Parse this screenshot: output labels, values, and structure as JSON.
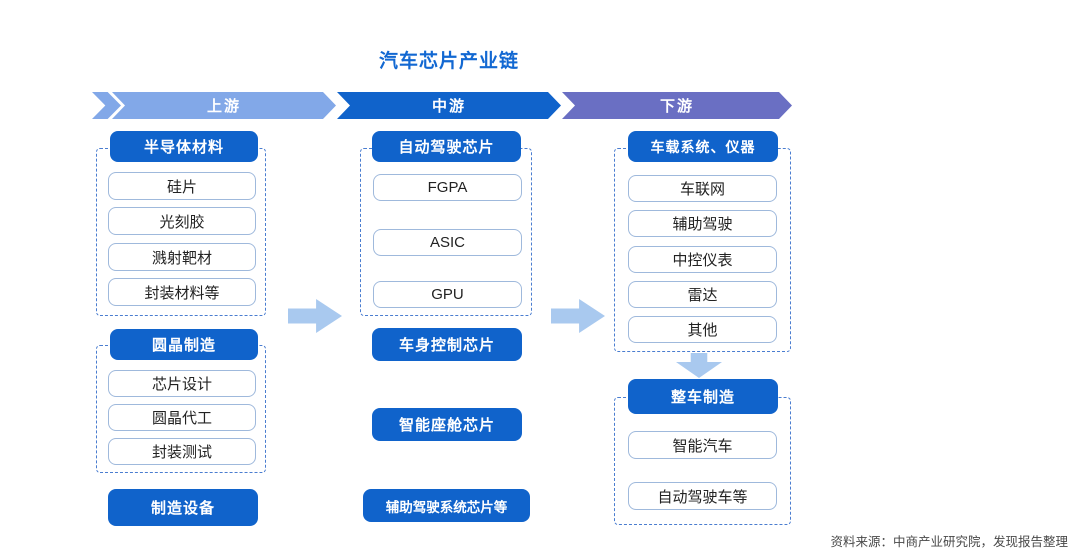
{
  "title": "汽车芯片产业链",
  "banners": {
    "upstream": "上游",
    "midstream": "中游",
    "downstream": "下游"
  },
  "upstream": {
    "semiconductor_materials": {
      "header": "半导体材料",
      "items": [
        "硅片",
        "光刻胶",
        "溅射靶材",
        "封装材料等"
      ]
    },
    "wafer_manufacturing": {
      "header": "圆晶制造",
      "items": [
        "芯片设计",
        "圆晶代工",
        "封装测试"
      ]
    },
    "manufacturing_equipment": "制造设备"
  },
  "midstream": {
    "autonomous_driving_chips": {
      "header": "自动驾驶芯片",
      "items": [
        "FGPA",
        "ASIC",
        "GPU"
      ]
    },
    "body_control_chip": "车身控制芯片",
    "smart_cockpit_chip": "智能座舱芯片",
    "adas_chips": "辅助驾驶系统芯片等"
  },
  "downstream": {
    "vehicle_systems": {
      "header": "车载系统、仪器",
      "items": [
        "车联网",
        "辅助驾驶",
        "中控仪表",
        "雷达",
        "其他"
      ]
    },
    "vehicle_manufacturing": {
      "header": "整车制造",
      "items": [
        "智能汽车",
        "自动驾驶车等"
      ]
    }
  },
  "source": "资料来源：中商产业研究院，发现报告整理",
  "colors": {
    "upstream_banner": "#82A8E8",
    "midstream_banner": "#1063CB",
    "downstream_banner": "#6A6FC3",
    "header_box": "#1063CB",
    "item_border": "#9FB9DC",
    "dashed_border": "#4A7DD0",
    "flow_arrow": "#A9C9EF",
    "title_text": "#1268D2",
    "source_text": "#484848"
  }
}
